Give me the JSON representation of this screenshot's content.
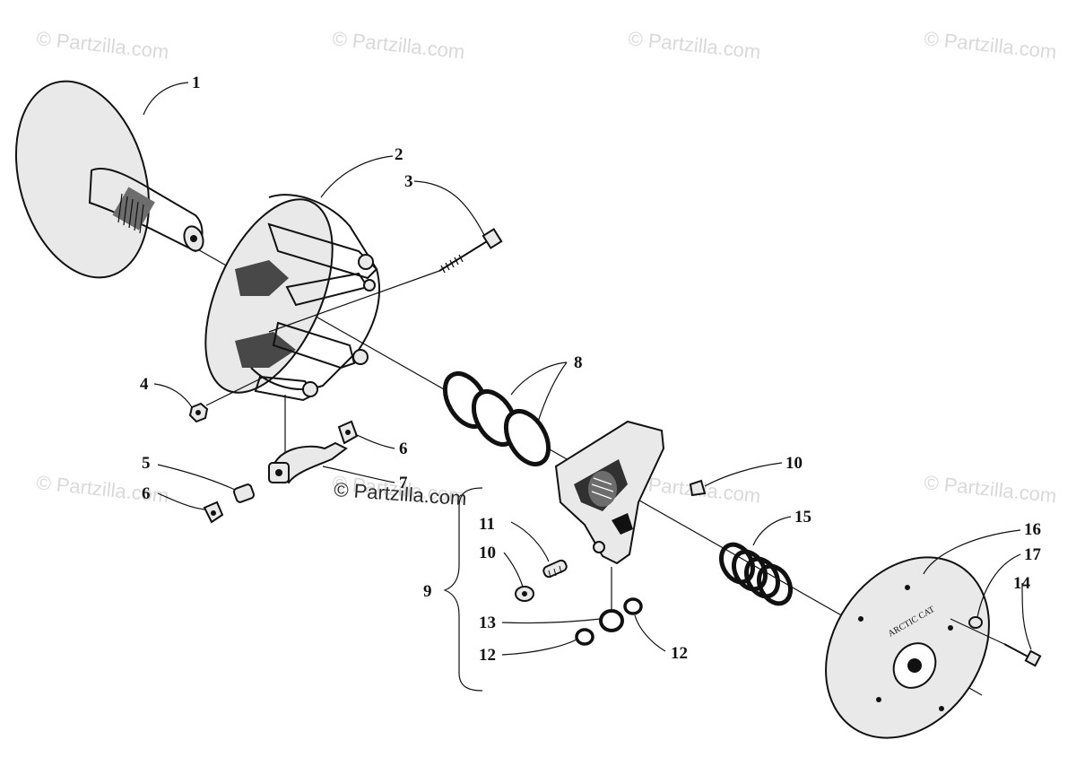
{
  "diagram": {
    "watermarks": [
      "© Partzilla.com",
      "© Partzilla.com",
      "© Partzilla.com",
      "© Partzilla.com",
      "© Partzilla.com",
      "© Partzilla.com",
      "© Partzilla.com",
      "© Partzilla.com"
    ],
    "center_watermark": "© Partzilla.com",
    "plate_marking": "ARCTIC CAT",
    "callouts": [
      "1",
      "2",
      "3",
      "4",
      "5",
      "6",
      "6",
      "7",
      "8",
      "9",
      "10",
      "10",
      "11",
      "12",
      "12",
      "13",
      "14",
      "15",
      "16",
      "17"
    ]
  }
}
